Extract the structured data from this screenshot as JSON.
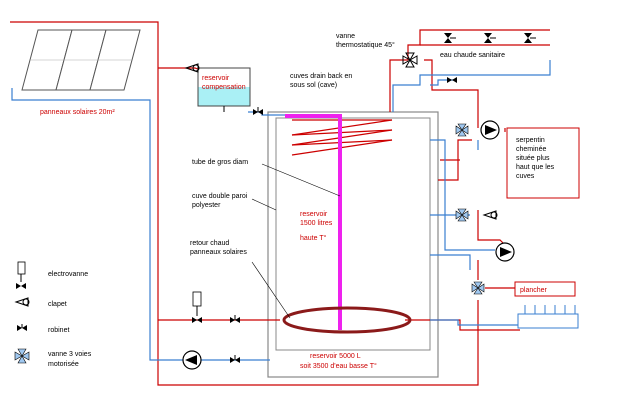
{
  "labels": {
    "solar_panels": "panneaux solaires 20m²",
    "comp_res_l1": "reservoir",
    "comp_res_l2": "compensation",
    "valve_thermo_l1": "vanne",
    "valve_thermo_l2": "thermostatique 45°",
    "hot_water": "eau chaude sanitaire",
    "drainback_l1": "cuves drain back en",
    "drainback_l2": "sous sol (cave)",
    "tube": "tube de gros diam",
    "double_wall_l1": "cuve double paroi",
    "double_wall_l2": "polyester",
    "reservoir_l1": "reservoir",
    "reservoir_l2": "1500 litres",
    "reservoir_l3": "haute T°",
    "hot_return_l1": "retour chaud",
    "hot_return_l2": "panneaux solaires",
    "serpentin_l1": "serpentin",
    "serpentin_l2": "cheminée",
    "serpentin_l3": "située plus",
    "serpentin_l4": "haut que les",
    "serpentin_l5": "cuves",
    "floor": "plancher",
    "big_res_l1": "reservoir 5000 L",
    "big_res_l2": "soit 3500 d'eau  basse T°",
    "legend_electrovanne": "electrovanne",
    "legend_clapet": "clapet",
    "legend_robinet": "robinet",
    "legend_vanne3_l1": "vanne 3 voies",
    "legend_vanne3_l2": "motorisée"
  },
  "colors": {
    "hot_pipe": "#cc0000",
    "cold_pipe": "#3a7fd0",
    "tube": "#ee22ee",
    "coil": "#cc0000",
    "ring": "#8b1a1a",
    "tank_outline": "#888888",
    "reservoir_fill": "#aaf0f5"
  }
}
